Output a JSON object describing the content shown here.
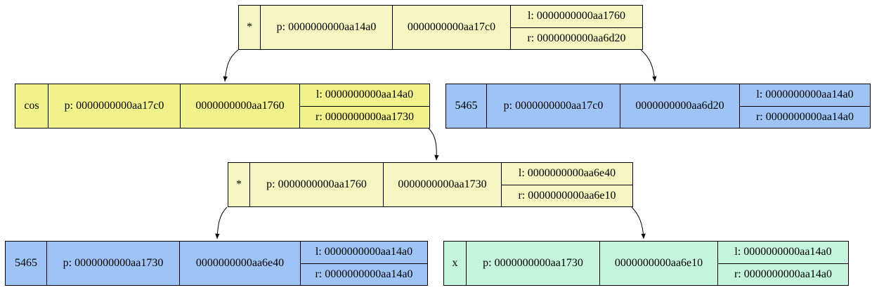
{
  "colors": {
    "op_node": "#f5f5c2",
    "func_node": "#f2f28c",
    "num_node": "#9ec4f5",
    "var_node": "#c4f5dd",
    "edge": "#000000"
  },
  "nodes": [
    {
      "id": "n0",
      "kind": "op_node",
      "value": "*",
      "parent": "p: 0000000000aa14a0",
      "addr": "0000000000aa17c0",
      "left": "l: 0000000000aa1760",
      "right": "r: 0000000000aa6d20"
    },
    {
      "id": "n1",
      "kind": "func_node",
      "value": "cos",
      "parent": "p: 0000000000aa17c0",
      "addr": "0000000000aa1760",
      "left": "l: 0000000000aa14a0",
      "right": "r: 0000000000aa1730"
    },
    {
      "id": "n2",
      "kind": "num_node",
      "value": "5465",
      "parent": "p: 0000000000aa17c0",
      "addr": "0000000000aa6d20",
      "left": "l: 0000000000aa14a0",
      "right": "r: 0000000000aa14a0"
    },
    {
      "id": "n3",
      "kind": "op_node",
      "value": "*",
      "parent": "p: 0000000000aa1760",
      "addr": "0000000000aa1730",
      "left": "l: 0000000000aa6e40",
      "right": "r: 0000000000aa6e10"
    },
    {
      "id": "n4",
      "kind": "num_node",
      "value": "5465",
      "parent": "p: 0000000000aa1730",
      "addr": "0000000000aa6e40",
      "left": "l: 0000000000aa14a0",
      "right": "r: 0000000000aa14a0"
    },
    {
      "id": "n5",
      "kind": "var_node",
      "value": "x",
      "parent": "p: 0000000000aa1730",
      "addr": "0000000000aa6e10",
      "left": "l: 0000000000aa14a0",
      "right": "r: 0000000000aa14a0"
    }
  ],
  "edges": [
    {
      "from": "n0",
      "to": "n1"
    },
    {
      "from": "n0",
      "to": "n2"
    },
    {
      "from": "n1",
      "to": "n3"
    },
    {
      "from": "n3",
      "to": "n4"
    },
    {
      "from": "n3",
      "to": "n5"
    }
  ]
}
